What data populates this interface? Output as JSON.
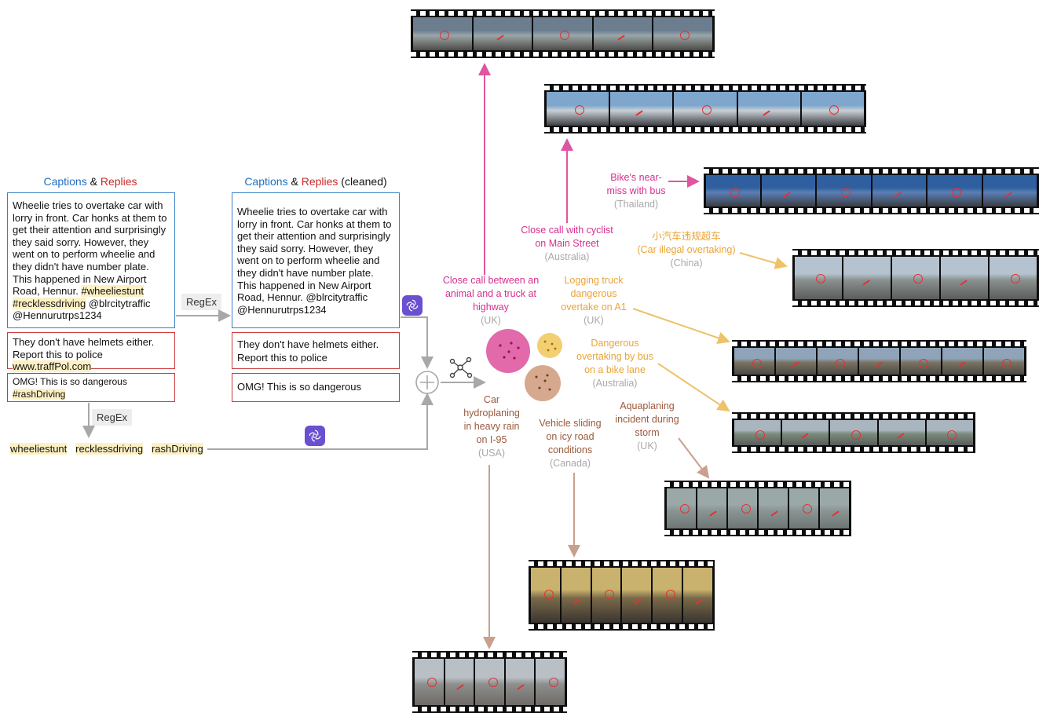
{
  "left": {
    "header_captions": "Captions",
    "header_amp": "&",
    "header_replies": "Replies",
    "caption_text": "Wheelie tries to overtake car with lorry in front. Car honks at them to get their attention and surprisingly they said sorry. However, they went on to perform wheelie and they didn't have number plate. This happened in New Airport Road, Hennur.",
    "caption_tag1": "#wheeliestunt",
    "caption_tag2": "#recklessdriving",
    "caption_mentions": "@blrcitytraffic @Hennurutrps1234",
    "reply1_text": "They don't have helmets either. Report this to police",
    "reply1_link": "www.traffPol.com",
    "reply2_text": "OMG! This is so dangerous",
    "reply2_tag": "#rashDriving"
  },
  "middle": {
    "header_captions": "Captions",
    "header_amp": "&",
    "header_replies": "Replies",
    "header_suffix": "(cleaned)",
    "caption_text": "Wheelie tries to overtake car with lorry in front. Car honks at them to get their attention and surprisingly they said sorry. However, they went on to perform wheelie and they didn't have number plate. This happened in New Airport Road, Hennur. @blrcitytraffic @Hennurutrps1234",
    "reply1_text": "They don't have helmets either. Report this to police",
    "reply2_text": "OMG! This is so dangerous"
  },
  "regex_label_1": "RegEx",
  "regex_label_2": "RegEx",
  "hashtags": [
    "wheeliestunt",
    "recklessdriving",
    "rashDriving"
  ],
  "colors": {
    "pink": "#d6308f",
    "gold": "#e9a437",
    "brown": "#9a5a3c",
    "blue": "#1f6fbf",
    "red": "#c92a2a",
    "location": "#a9a9a9"
  },
  "icons": [
    "chatgpt-icon",
    "cluster-network-icon",
    "plus-circle-icon"
  ],
  "clusters": [
    {
      "title": "Close call between an animal and a truck at highway",
      "location": "(UK)",
      "color": "pink"
    },
    {
      "title": "Close call with cyclist on Main Street",
      "location": "(Australia)",
      "color": "pink"
    },
    {
      "title": "Bike's near-miss with bus",
      "location": "(Thailand)",
      "color": "pink"
    },
    {
      "title": "小汽车违规超车",
      "subtitle": "(Car illegal overtaking)",
      "location": "(China)",
      "color": "gold"
    },
    {
      "title": "Logging truck dangerous overtake on A1",
      "location": "(UK)",
      "color": "gold"
    },
    {
      "title": "Dangerous overtaking by bus on a bike lane",
      "location": "(Australia)",
      "color": "gold"
    },
    {
      "title": "Aquaplaning incident during storm",
      "location": "(UK)",
      "color": "brown"
    },
    {
      "title": "Vehicle sliding on icy road conditions",
      "location": "(Canada)",
      "color": "brown"
    },
    {
      "title": "Car hydroplaning in heavy rain on I-95",
      "location": "(USA)",
      "color": "brown"
    }
  ]
}
